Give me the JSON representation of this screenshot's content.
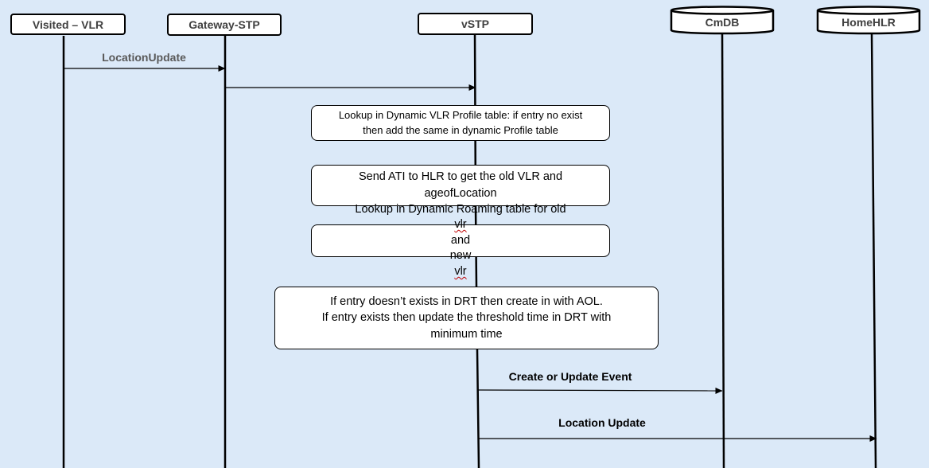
{
  "participants": [
    {
      "id": "vlr",
      "label": "Visited – VLR"
    },
    {
      "id": "gstp",
      "label": "Gateway-STP"
    },
    {
      "id": "vstp",
      "label": "vSTP"
    },
    {
      "id": "cmdb",
      "label": "CmDB"
    },
    {
      "id": "hlr",
      "label": "HomeHLR"
    }
  ],
  "messages": [
    {
      "label": "LocationUpdate"
    },
    {
      "label": ""
    },
    {
      "label": "Create or Update Event"
    },
    {
      "label": "Location Update"
    }
  ],
  "notes": [
    {
      "lines": [
        "Lookup in Dynamic VLR Profile table: if entry no exist",
        "then add the same in dynamic Profile table"
      ]
    },
    {
      "lines": [
        "Send ATI to HLR to get the old VLR and",
        "ageofLocation"
      ]
    },
    {
      "lines_html": [
        "Lookup in Dynamic Roaming table for old <span class=\"wavy\">vlr</span> and",
        "new <span class=\"wavy\">vlr</span>"
      ]
    },
    {
      "lines": [
        "If entry doesn’t exists in DRT then create in with AOL.",
        "If entry exists then update the threshold time in DRT with",
        "minimum time"
      ]
    }
  ],
  "colors": {
    "background": "#dbe9f8",
    "line": "#000000",
    "participant_text": "#404040",
    "spellcheck": "#c00000"
  }
}
